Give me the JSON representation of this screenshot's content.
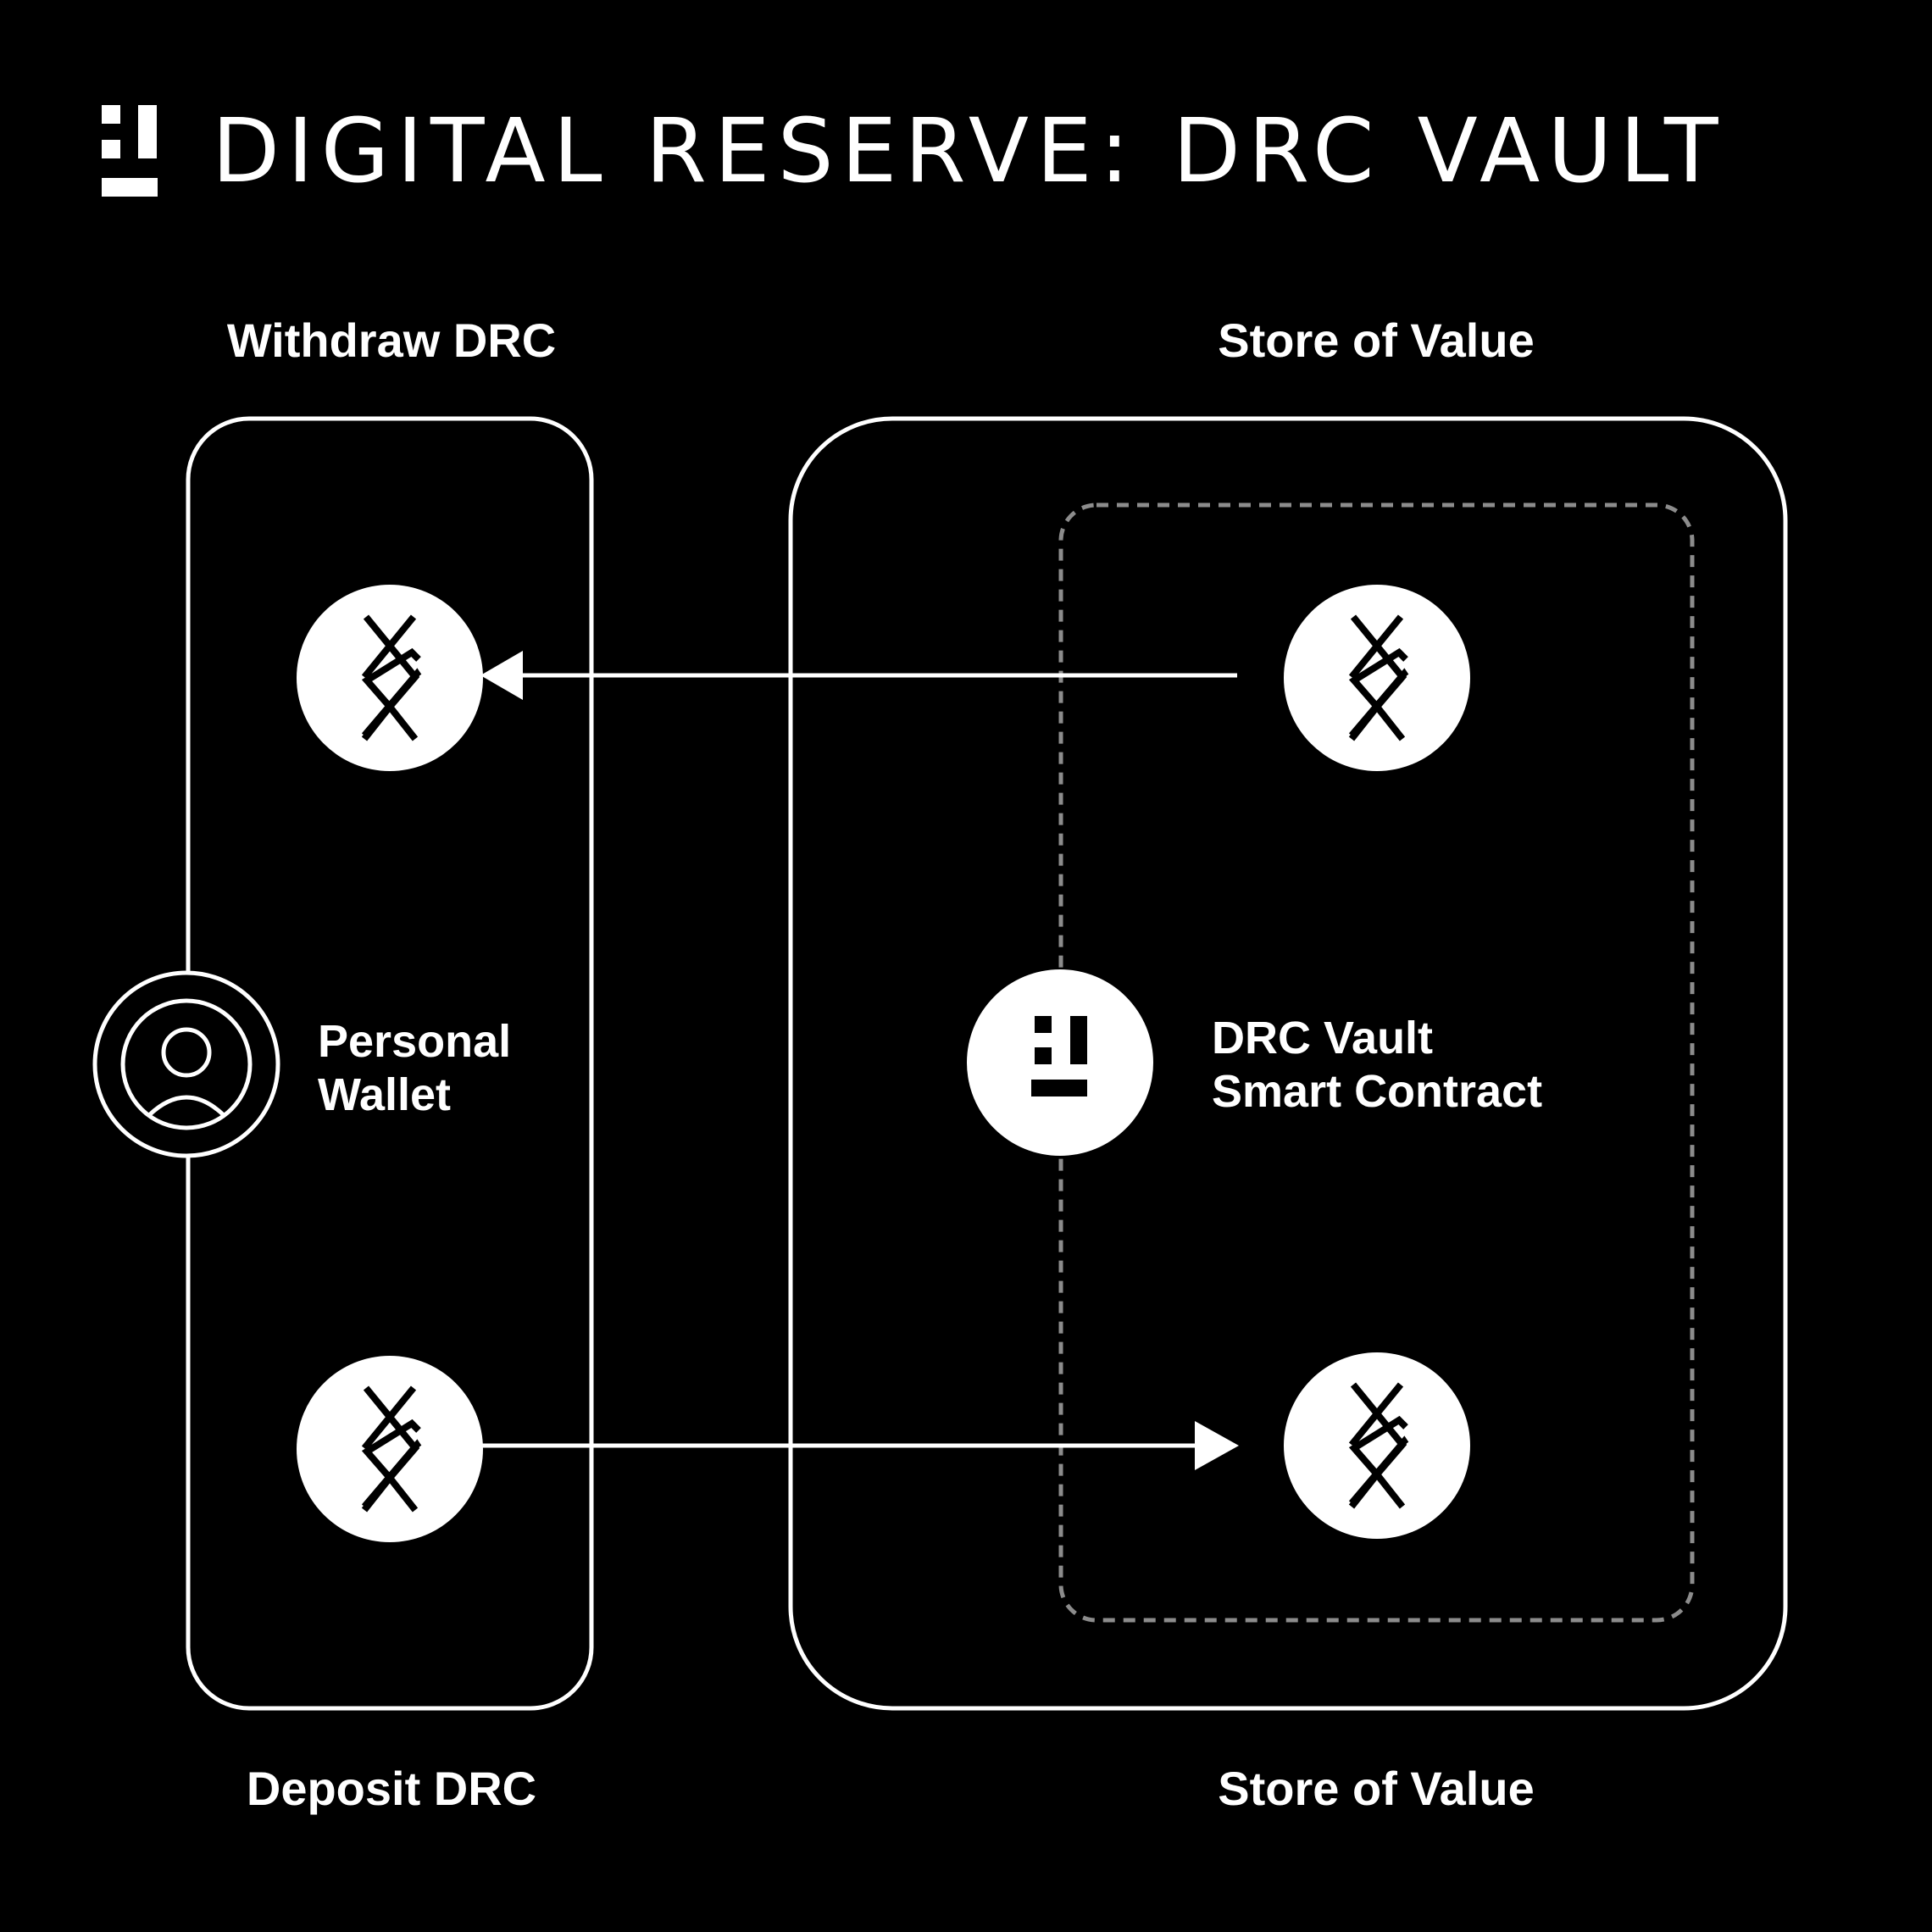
{
  "header": {
    "title": "DIGITAL RESERVE: DRC VAULT",
    "logo": "digital-reserve-logo"
  },
  "labels": {
    "withdraw": "Withdraw DRC",
    "deposit": "Deposit DRC",
    "store_top": "Store of Value",
    "store_bottom": "Store of Value",
    "wallet_line1": "Personal",
    "wallet_line2": "Wallet",
    "vault_line1": "DRC Vault",
    "vault_line2": "Smart Contract"
  },
  "icons": {
    "token": "drc-token-icon",
    "user": "user-icon",
    "vault": "digital-reserve-logo"
  },
  "colors": {
    "background": "#000000",
    "foreground": "#ffffff",
    "dashed_border": "#8c8c8c"
  }
}
